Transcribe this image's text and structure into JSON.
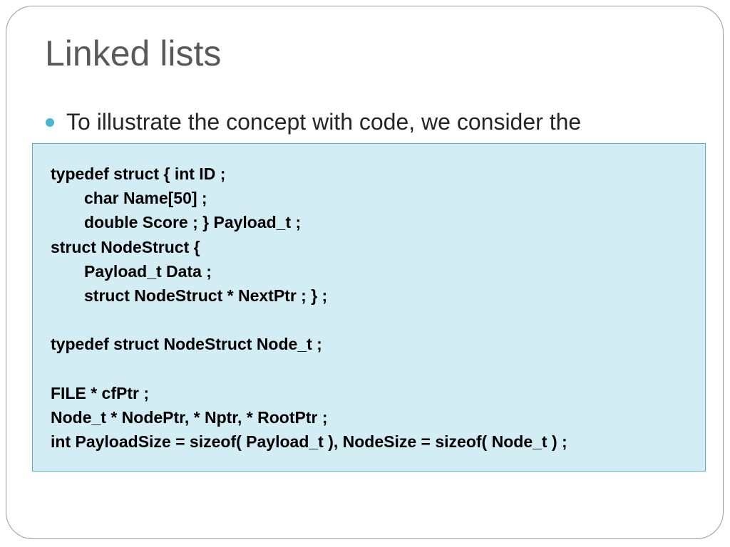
{
  "slide": {
    "title": "Linked lists",
    "bullet": "To illustrate the concept with code, we consider the",
    "code_lines": [
      "typedef struct { int ID ;",
      "char Name[50] ;",
      "double Score ; } Payload_t ;",
      "struct NodeStruct {",
      "Payload_t Data ;",
      "struct NodeStruct * NextPtr ; } ;",
      "",
      "typedef struct NodeStruct Node_t ;",
      "",
      "FILE * cfPtr ;",
      "Node_t * NodePtr, * Nptr, * RootPtr ;",
      "int PayloadSize = sizeof( Payload_t ), NodeSize = sizeof( Node_t ) ;"
    ]
  },
  "colors": {
    "title": "#595959",
    "bullet_dot": "#4bb6cf",
    "code_background": "#d3edf5",
    "code_border": "#5aaec4"
  },
  "icons": {
    "bullet": "circle-bullet-icon"
  }
}
